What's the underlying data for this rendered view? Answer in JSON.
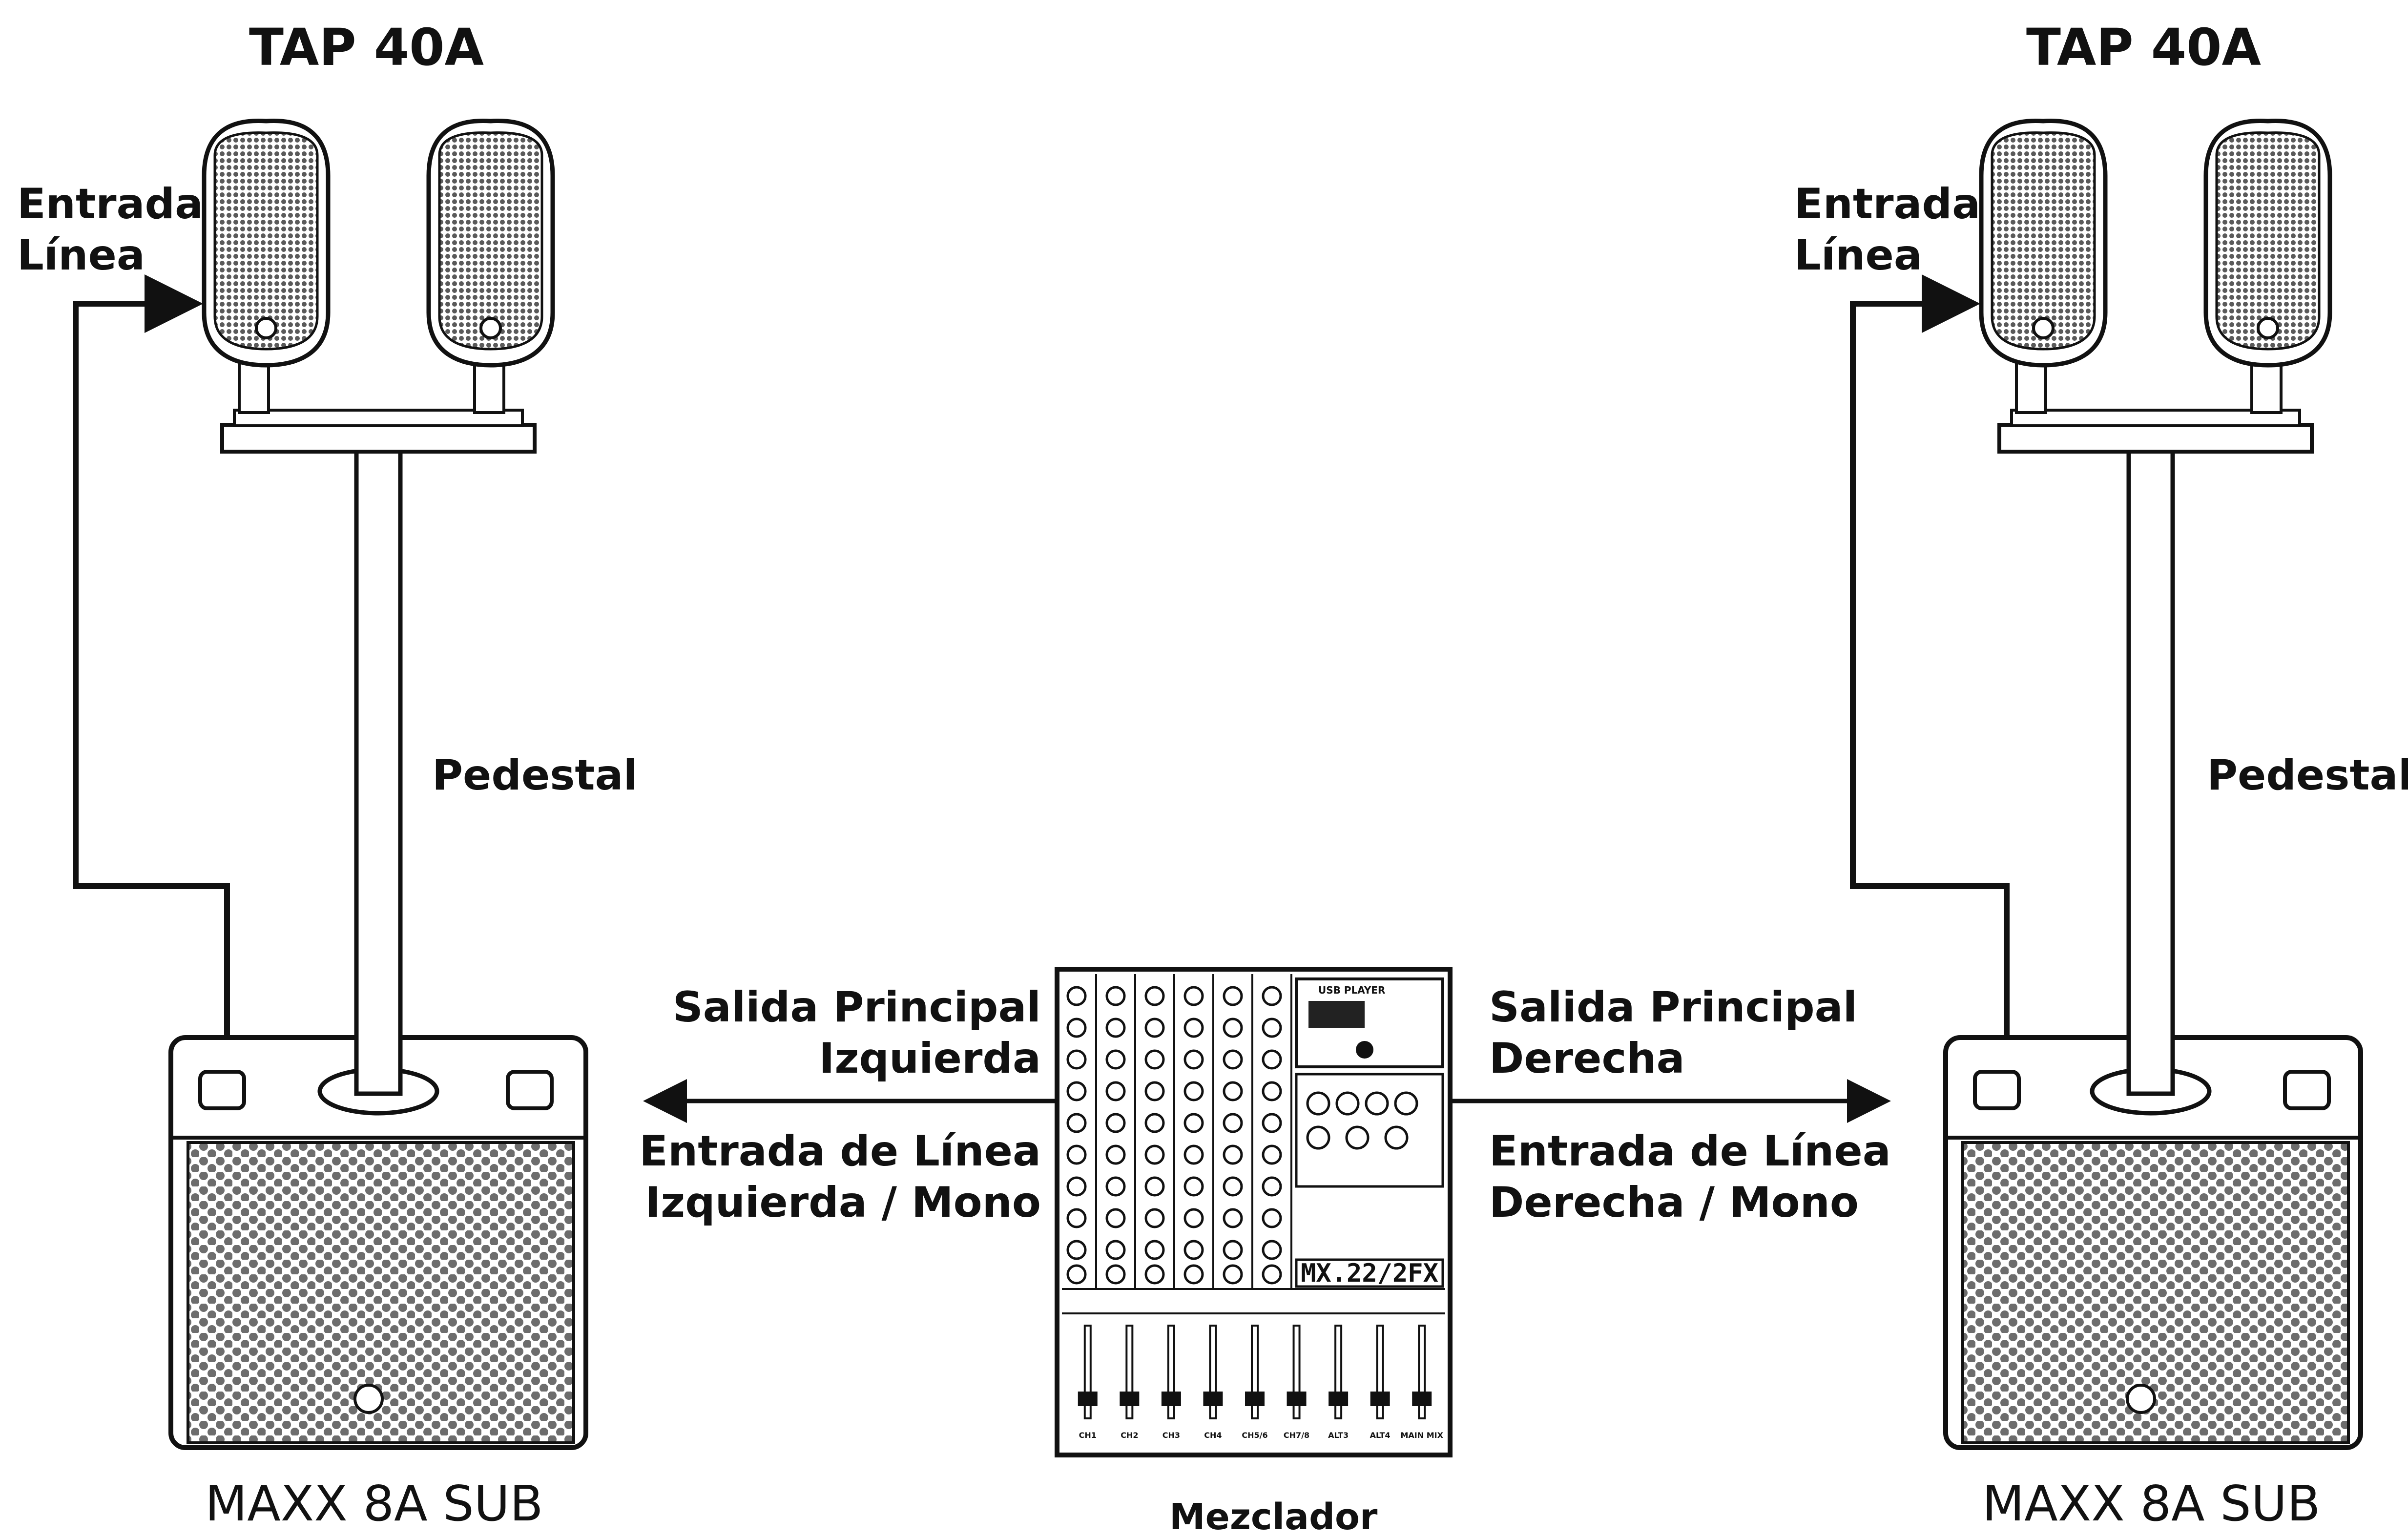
{
  "left": {
    "speaker_title": "TAP 40A",
    "input_label_line1": "Entrada",
    "input_label_line2": "Línea",
    "stand_label": "Pedestal",
    "sub_title": "MAXX 8A SUB"
  },
  "right": {
    "speaker_title": "TAP 40A",
    "input_label_line1": "Entrada",
    "input_label_line2": "Línea",
    "stand_label": "Pedestal",
    "sub_title": "MAXX 8A SUB"
  },
  "mixer": {
    "caption": "Mezclador",
    "model": "MX.22/2FX",
    "player_label": "USB PLAYER",
    "left_output_line1": "Salida Principal",
    "left_output_line2": "Izquierda",
    "left_input_line1": "Entrada de Línea",
    "left_input_line2": "Izquierda / Mono",
    "right_output_line1": "Salida Principal",
    "right_output_line2": "Derecha",
    "right_input_line1": "Entrada de Línea",
    "right_input_line2": "Derecha / Mono",
    "channel_labels": [
      "CH1",
      "CH2",
      "CH3",
      "CH4",
      "CH5/6",
      "CH7/8",
      "ALT3",
      "ALT4",
      "MAIN MIX"
    ]
  },
  "colors": {
    "line": "#111111",
    "grille": "#777777",
    "background": "#ffffff"
  }
}
